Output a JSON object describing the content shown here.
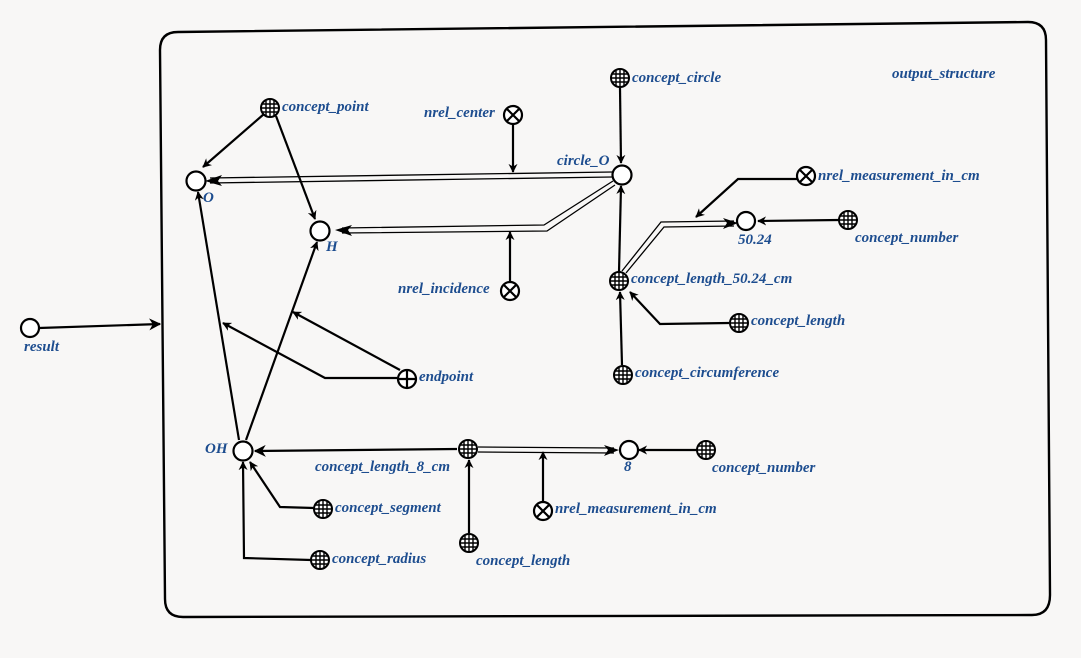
{
  "colors": {
    "background": "#f8f7f6",
    "stroke": "#000000",
    "label": "#1d4d8f"
  },
  "frame": {
    "label": "output_structure"
  },
  "outside": {
    "result": "result"
  },
  "nodes": {
    "O": "O",
    "H": "H",
    "circle_O": "circle_O",
    "value_50_24": "50.24",
    "OH": "OH",
    "value_8": "8",
    "concept_point": "concept_point",
    "concept_circle": "concept_circle",
    "nrel_center": "nrel_center",
    "nrel_measurement_in_cm_1": "nrel_measurement_in_cm",
    "concept_number_1": "concept_number",
    "concept_length_50_24_cm": "concept_length_50.24_cm",
    "nrel_incidence": "nrel_incidence",
    "concept_length_1": "concept_length",
    "concept_circumference": "concept_circumference",
    "endpoint": "endpoint",
    "concept_length_8_cm": "concept_length_8_cm",
    "concept_number_2": "concept_number",
    "concept_segment": "concept_segment",
    "nrel_measurement_in_cm_2": "nrel_measurement_in_cm",
    "concept_radius": "concept_radius",
    "concept_length_2": "concept_length"
  }
}
